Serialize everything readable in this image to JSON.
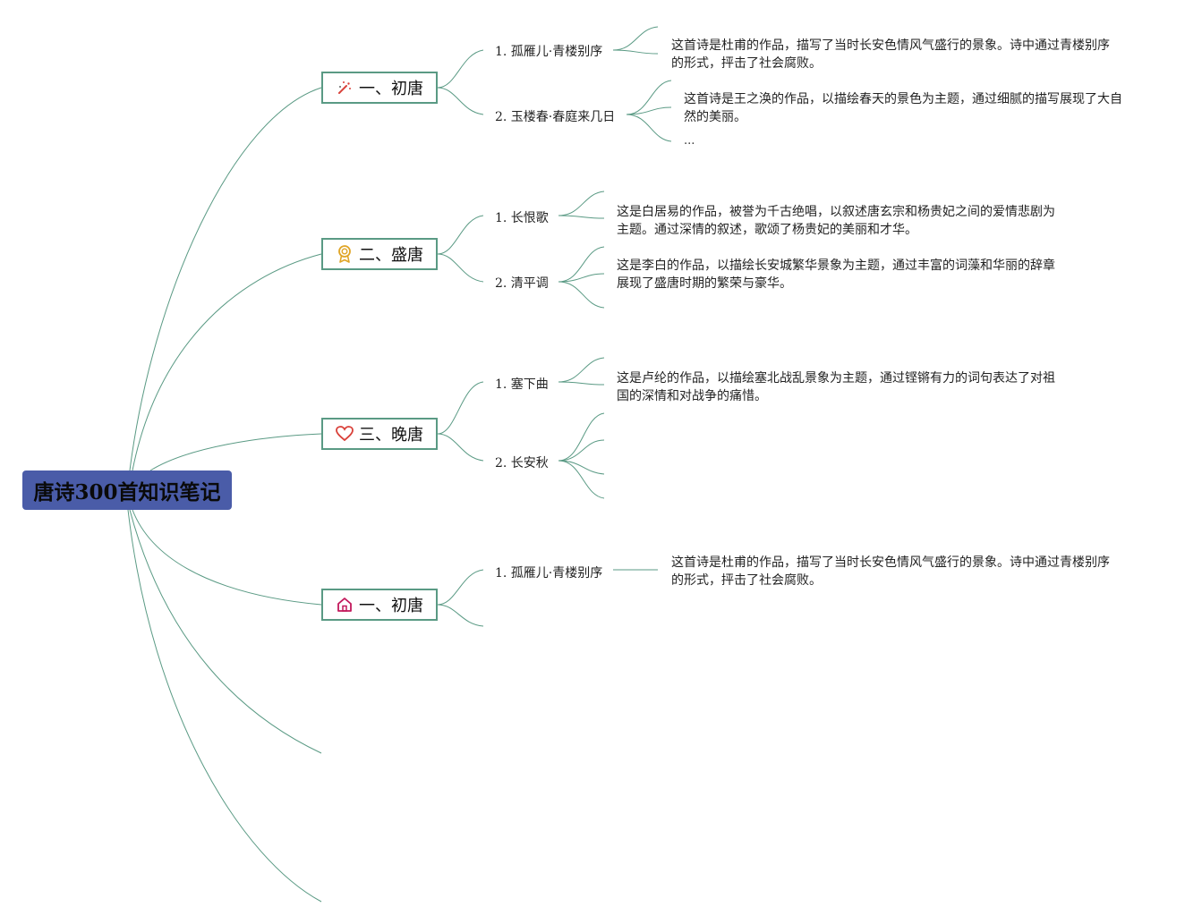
{
  "root": {
    "title": "唐诗300首知识笔记"
  },
  "branches": [
    {
      "label": "一、初唐",
      "icon": "magic-wand-icon",
      "poems": [
        {
          "title": "1. 孤雁儿·青楼别序",
          "desc": "这首诗是杜甫的作品，描写了当时长安色情风气盛行的景象。诗中通过青楼别序的形式，抨击了社会腐败。"
        },
        {
          "title": "2. 玉楼春·春庭来几日",
          "desc": "这首诗是王之涣的作品，以描绘春天的景色为主题，通过细腻的描写展现了大自然的美丽。",
          "extra": "..."
        }
      ]
    },
    {
      "label": "二、盛唐",
      "icon": "award-ribbon-icon",
      "poems": [
        {
          "title": "1. 长恨歌",
          "desc": "这是白居易的作品，被誉为千古绝唱，以叙述唐玄宗和杨贵妃之间的爱情悲剧为主题。通过深情的叙述，歌颂了杨贵妃的美丽和才华。"
        },
        {
          "title": "2. 清平调",
          "desc": "这是李白的作品，以描绘长安城繁华景象为主题，通过丰富的词藻和华丽的辞章展现了盛唐时期的繁荣与豪华。"
        }
      ]
    },
    {
      "label": "三、晚唐",
      "icon": "heart-icon",
      "poems": [
        {
          "title": "1. 塞下曲",
          "desc": "这是卢纶的作品，以描绘塞北战乱景象为主题，通过铿锵有力的词句表达了对祖国的深情和对战争的痛惜。"
        },
        {
          "title": "2. 长安秋"
        }
      ]
    },
    {
      "label": "一、初唐",
      "icon": "home-icon",
      "poems": [
        {
          "title": "1. 孤雁儿·青楼别序",
          "desc": "这首诗是杜甫的作品，描写了当时长安色情风气盛行的景象。诗中通过青楼别序的形式，抨击了社会腐败。"
        }
      ]
    }
  ],
  "colors": {
    "root_bg": "#4a5ca8",
    "line": "#5a9a84",
    "icon_red": "#d9413a",
    "icon_gold": "#e0a526",
    "icon_pink": "#c2185b"
  }
}
